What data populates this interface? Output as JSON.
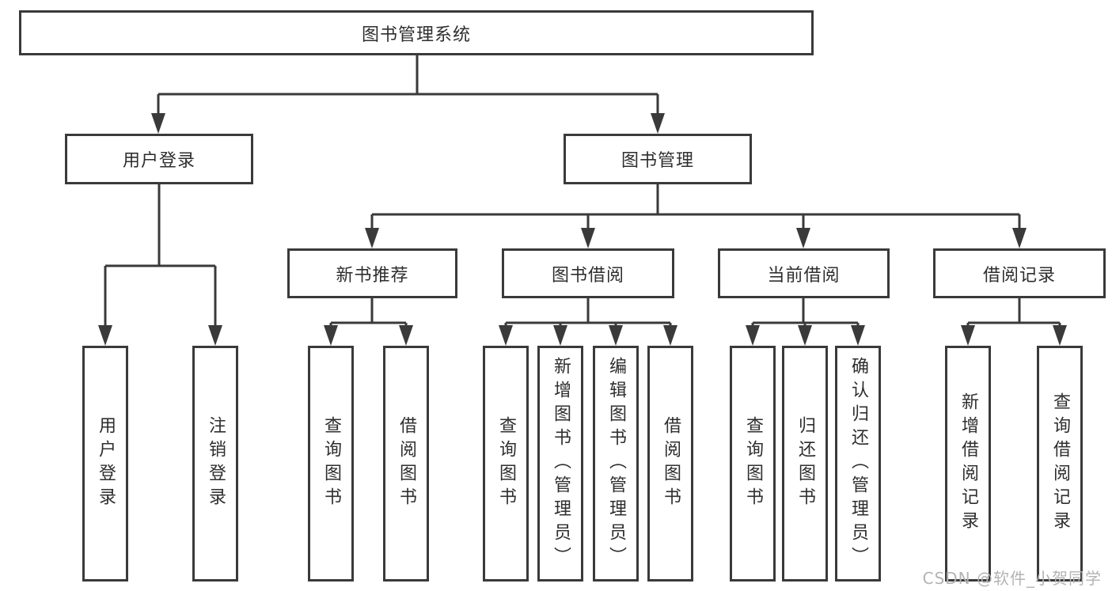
{
  "tree": {
    "label": "图书管理系统",
    "children": [
      {
        "label": "用户登录",
        "children": [
          {
            "label": "用户登录"
          },
          {
            "label": "注销登录"
          }
        ]
      },
      {
        "label": "图书管理",
        "children": [
          {
            "label": "新书推荐",
            "children": [
              {
                "label": "查询图书"
              },
              {
                "label": "借阅图书"
              }
            ]
          },
          {
            "label": "图书借阅",
            "children": [
              {
                "label": "查询图书"
              },
              {
                "label": "新增图书（管理员）"
              },
              {
                "label": "编辑图书（管理员）"
              },
              {
                "label": "借阅图书"
              }
            ]
          },
          {
            "label": "当前借阅",
            "children": [
              {
                "label": "查询图书"
              },
              {
                "label": "归还图书"
              },
              {
                "label": "确认归还（管理员）"
              }
            ]
          },
          {
            "label": "借阅记录",
            "children": [
              {
                "label": "新增借阅记录"
              },
              {
                "label": "查询借阅记录"
              }
            ]
          }
        ]
      }
    ]
  },
  "watermark": {
    "text": "CSDN @软件_小贺同学"
  },
  "colors": {
    "line": "#3a3a3a",
    "box_border": "#3a3a3a",
    "box_fill": "#ffffff",
    "text": "#2e2e2e",
    "watermark": "#b3b3b3",
    "background": "#ffffff"
  }
}
